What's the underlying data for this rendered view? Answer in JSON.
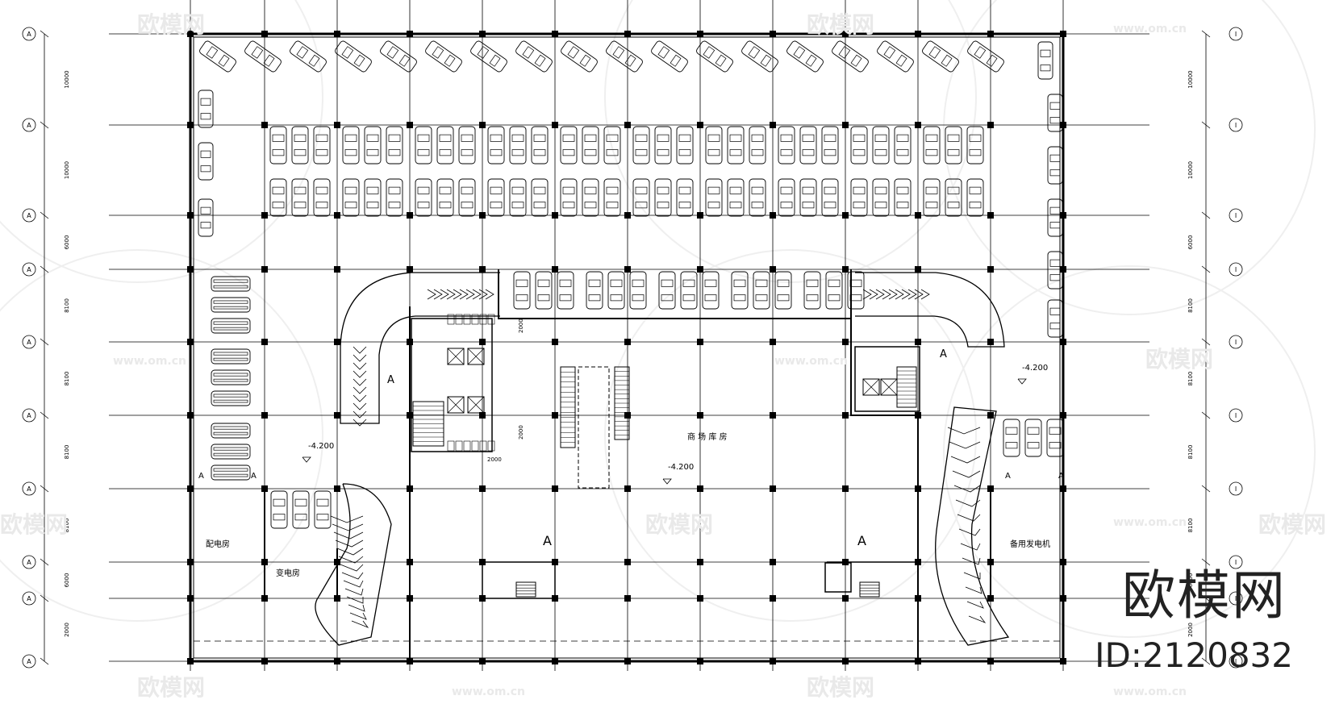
{
  "sheet": {
    "axis_left": "A",
    "axis_right": "I",
    "left_dims": [
      "10000",
      "10000",
      "6000",
      "8100",
      "8100",
      "8100",
      "8100",
      "6000",
      "2000"
    ],
    "right_dims": [
      "10000",
      "10000",
      "6000",
      "8100",
      "8100",
      "8100",
      "8100",
      "6000",
      "2000"
    ],
    "section_mark": "A",
    "levels": [
      "-4.200",
      "-4.200",
      "-4.200"
    ],
    "small_dims": [
      "2000",
      "2000",
      "2000"
    ],
    "rooms": {
      "main": "商 场 库 房",
      "distribution": "配电房",
      "transformer": "变电房",
      "generator": "备用发电机"
    }
  },
  "watermark": {
    "brand": "欧模网",
    "url": "www.om.cn",
    "id": "ID:2120832"
  }
}
